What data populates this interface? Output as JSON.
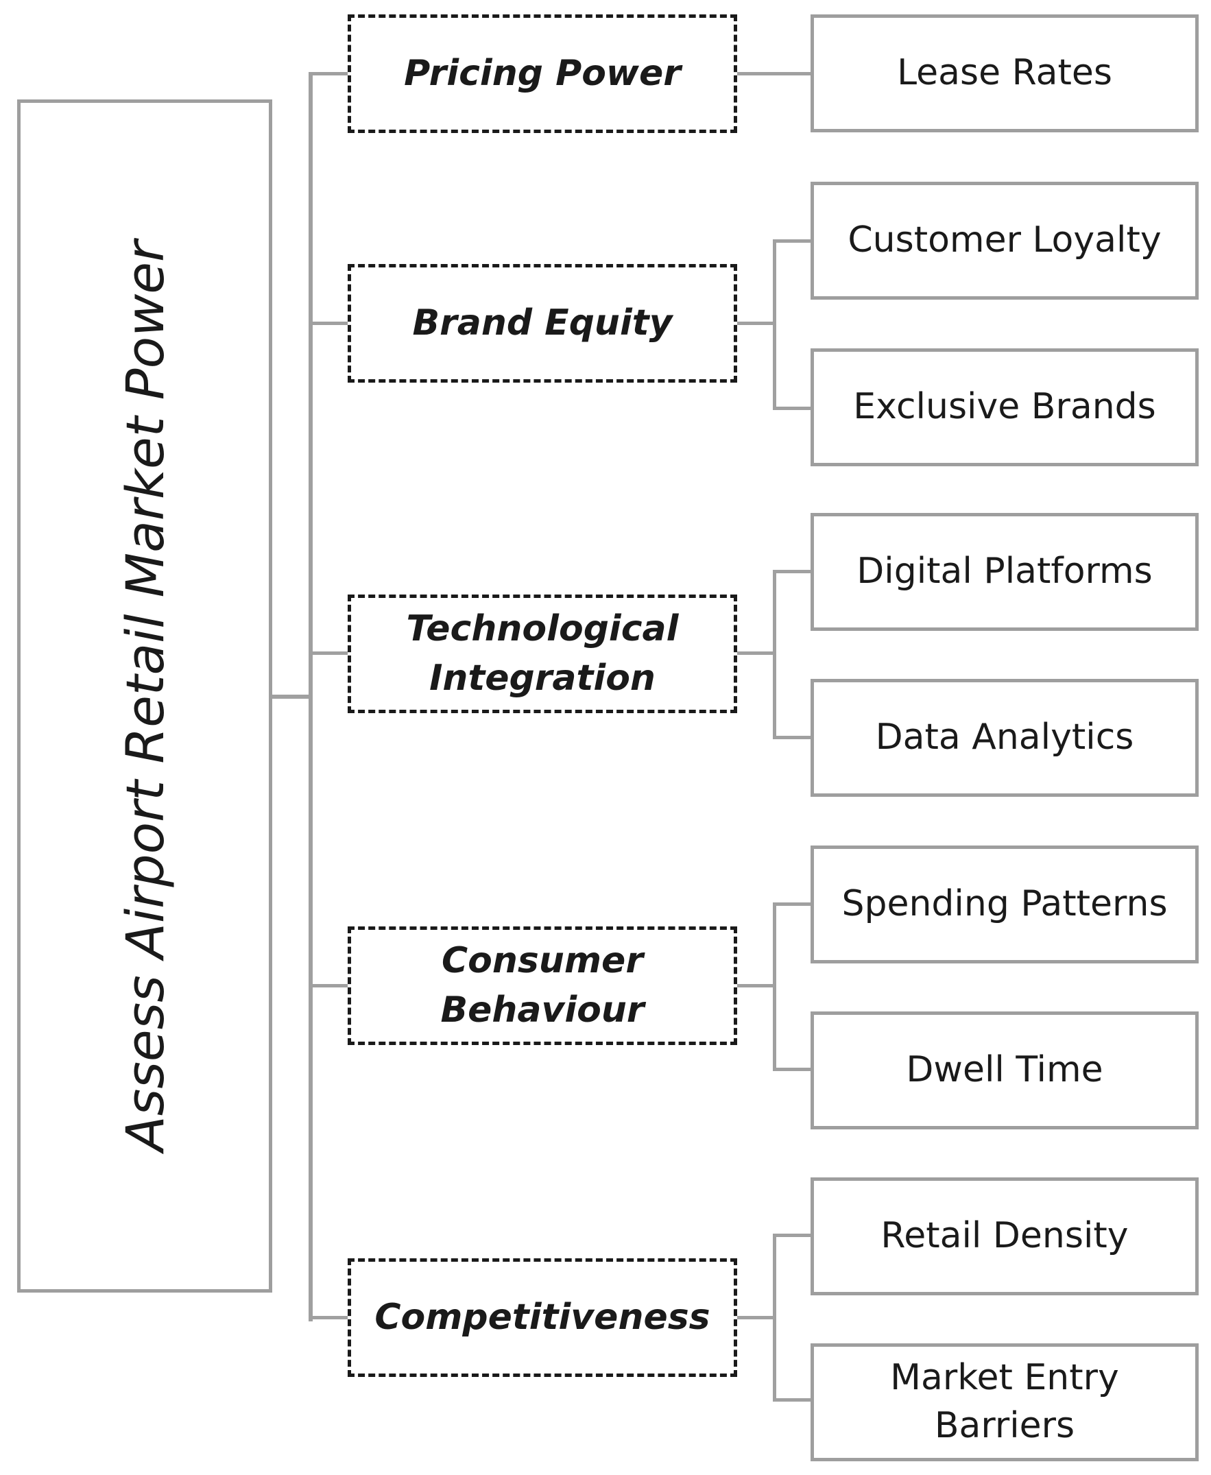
{
  "diagram": {
    "root": "Assess Airport Retail Market Power",
    "categories": [
      {
        "label": "Pricing Power",
        "children": [
          "Lease Rates"
        ]
      },
      {
        "label": "Brand Equity",
        "children": [
          "Customer Loyalty",
          "Exclusive Brands"
        ]
      },
      {
        "label": "Technological\nIntegration",
        "children": [
          "Digital Platforms",
          "Data Analytics"
        ]
      },
      {
        "label": "Consumer\nBehaviour",
        "children": [
          "Spending Patterns",
          "Dwell Time"
        ]
      },
      {
        "label": "Competitiveness",
        "children": [
          "Retail Density",
          "Market Entry\nBarriers"
        ]
      }
    ],
    "colors": {
      "box_border": "#9e9e9e",
      "dashed_border": "#1a1a1a",
      "connector": "#a0a0a0",
      "text": "#1a1a1a"
    }
  }
}
